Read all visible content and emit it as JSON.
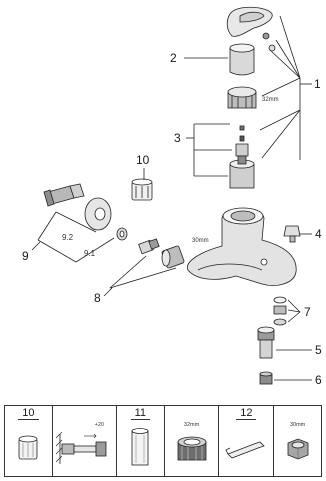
{
  "diagram": {
    "callouts": {
      "c1": "1",
      "c2": "2",
      "c3": "3",
      "c4": "4",
      "c5": "5",
      "c6": "6",
      "c7": "7",
      "c8": "8",
      "c9": "9",
      "c10": "10",
      "c9_1": "9.1",
      "c9_2": "9.2"
    },
    "sizes": {
      "cartridge_nut": "32mm",
      "spout_nut": "30mm"
    }
  },
  "table": {
    "cells": [
      {
        "label": "10",
        "icon": "flow-straightener-icon"
      },
      {
        "label": "",
        "icon": "wall-connection-icon",
        "annotation": "+20"
      },
      {
        "label": "11",
        "icon": "extension-sleeve-icon"
      },
      {
        "label": "",
        "icon": "cartridge-nut-icon",
        "annotation": "32mm"
      },
      {
        "label": "12",
        "icon": "hex-key-icon"
      },
      {
        "label": "",
        "icon": "hex-nut-icon",
        "annotation": "30mm"
      }
    ]
  }
}
